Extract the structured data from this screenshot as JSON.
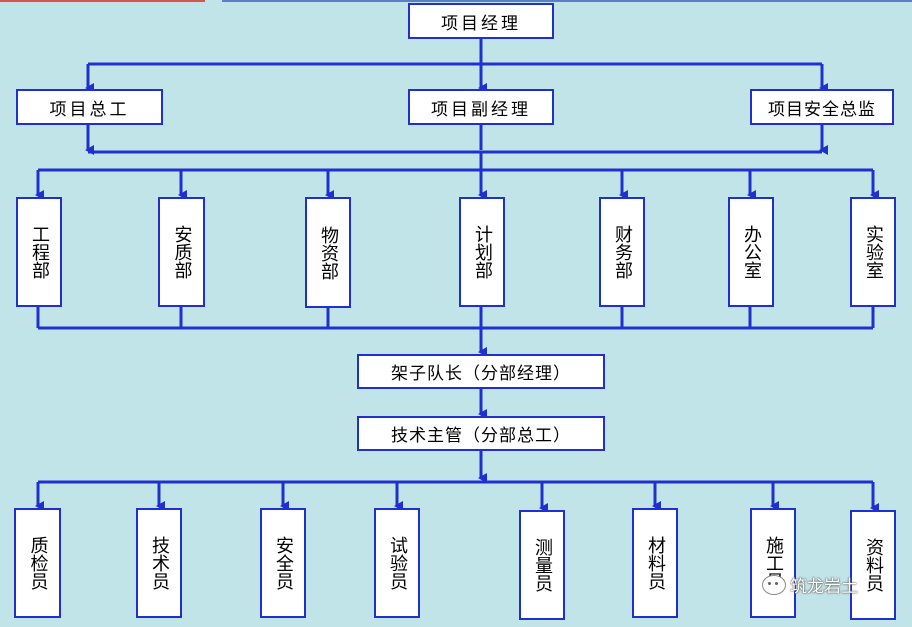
{
  "level1": {
    "pm": "项目经理"
  },
  "level2": {
    "chief_engineer": "项目总工",
    "deputy_pm": "项目副经理",
    "safety_director": "项目安全总监"
  },
  "departments": [
    "工程部",
    "安质部",
    "物资部",
    "计划部",
    "财务部",
    "办公室",
    "实验室"
  ],
  "team_leader": "架子队长（分部经理）",
  "tech_supervisor": "技术主管（分部总工）",
  "staff": [
    "质检员",
    "技术员",
    "安全员",
    "试验员",
    "测量员",
    "材料员",
    "施工员",
    "资料员"
  ],
  "watermark": "筑龙岩土",
  "colors": {
    "line": "#1f2fd0",
    "background": "#c0e4e8",
    "box": "#ffffff"
  }
}
